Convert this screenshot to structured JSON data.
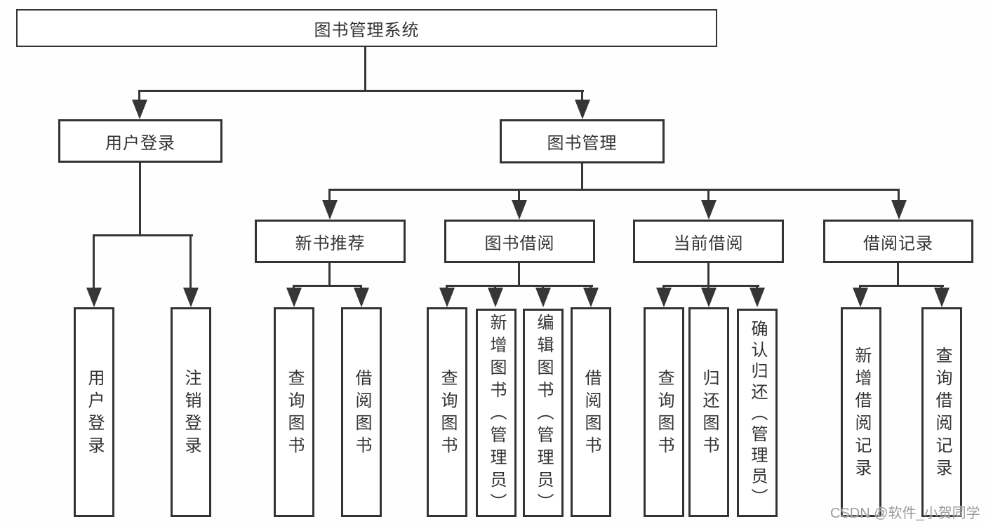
{
  "diagram": {
    "tree": {
      "label": "图书管理系统",
      "children": [
        {
          "label": "用户登录",
          "children": [
            {
              "label": "用户登录"
            },
            {
              "label": "注销登录"
            }
          ]
        },
        {
          "label": "图书管理",
          "children": [
            {
              "label": "新书推荐",
              "children": [
                {
                  "label": "查询图书"
                },
                {
                  "label": "借阅图书"
                }
              ]
            },
            {
              "label": "图书借阅",
              "children": [
                {
                  "label": "查询图书"
                },
                {
                  "label": "新增图书（管理员）"
                },
                {
                  "label": "编辑图书（管理员）"
                },
                {
                  "label": "借阅图书"
                }
              ]
            },
            {
              "label": "当前借阅",
              "children": [
                {
                  "label": "查询图书"
                },
                {
                  "label": "归还图书"
                },
                {
                  "label": "确认归还（管理员）"
                }
              ]
            },
            {
              "label": "借阅记录",
              "children": [
                {
                  "label": "新增借阅记录"
                },
                {
                  "label": "查询借阅记录"
                }
              ]
            }
          ]
        }
      ]
    },
    "watermark": "CSDN @软件_小贺同学",
    "colors": {
      "line": "#363636",
      "box_border": "#333333",
      "text": "#333333",
      "watermark": "#9c9c9c",
      "background": "#ffffff"
    }
  }
}
